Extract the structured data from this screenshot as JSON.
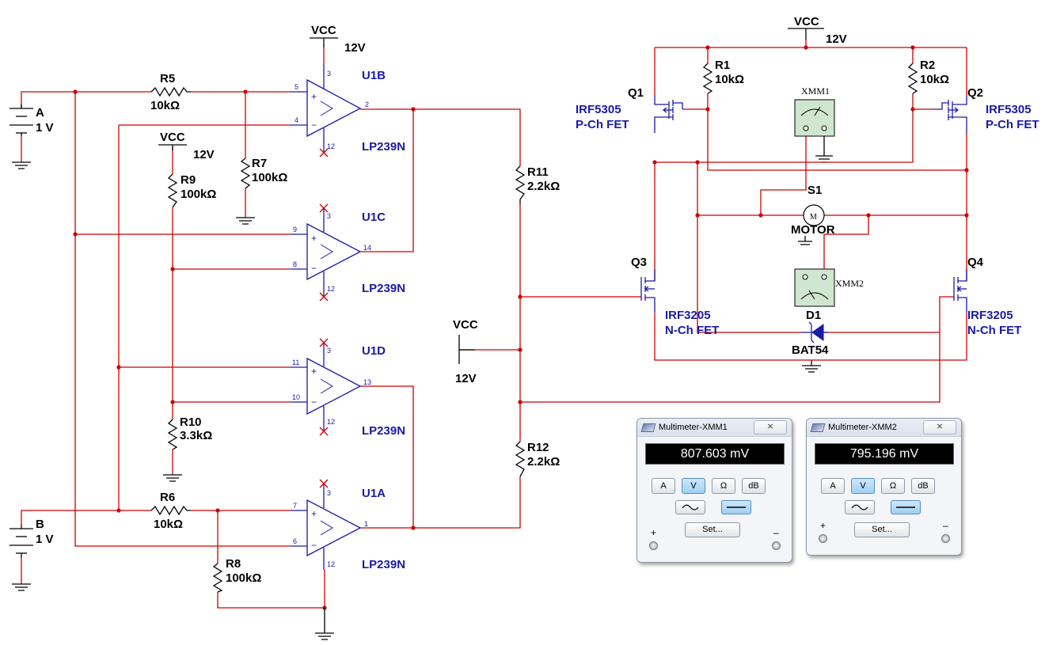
{
  "schematic": {
    "vcc_label": "VCC",
    "v12_label": "12V",
    "batteries": [
      {
        "name": "A",
        "value": "1 V"
      },
      {
        "name": "B",
        "value": "1 V"
      }
    ],
    "resistors": [
      {
        "name": "R5",
        "value": "10kΩ"
      },
      {
        "name": "R6",
        "value": "10kΩ"
      },
      {
        "name": "R7",
        "value": "100kΩ"
      },
      {
        "name": "R8",
        "value": "100kΩ"
      },
      {
        "name": "R9",
        "value": "100kΩ"
      },
      {
        "name": "R10",
        "value": "3.3kΩ"
      },
      {
        "name": "R11",
        "value": "2.2kΩ"
      },
      {
        "name": "R12",
        "value": "2.2kΩ"
      },
      {
        "name": "R1",
        "value": "10kΩ"
      },
      {
        "name": "R2",
        "value": "10kΩ"
      }
    ],
    "opamps": [
      {
        "name": "U1B",
        "part": "LP239N",
        "pins": [
          "5",
          "4",
          "2",
          "3",
          "12"
        ]
      },
      {
        "name": "U1C",
        "part": "LP239N",
        "pins": [
          "9",
          "8",
          "14",
          "3",
          "12"
        ]
      },
      {
        "name": "U1D",
        "part": "LP239N",
        "pins": [
          "11",
          "10",
          "13",
          "3",
          "12"
        ]
      },
      {
        "name": "U1A",
        "part": "LP239N",
        "pins": [
          "7",
          "6",
          "1",
          "3",
          "12"
        ]
      }
    ],
    "transistors": [
      {
        "name": "Q1",
        "part": "IRF5305",
        "type": "P-Ch FET"
      },
      {
        "name": "Q2",
        "part": "IRF5305",
        "type": "P-Ch FET"
      },
      {
        "name": "Q3",
        "part": "IRF3205",
        "type": "N-Ch FET"
      },
      {
        "name": "Q4",
        "part": "IRF3205",
        "type": "N-Ch FET"
      }
    ],
    "switch": "S1",
    "motor": "MOTOR",
    "motor_symbol": "M",
    "diode": {
      "name": "D1",
      "part": "BAT54"
    },
    "meters": [
      "XMM1",
      "XMM2"
    ],
    "colors": {
      "wire": "#cc0000",
      "component": "#1a1aa6",
      "label": "#000000"
    }
  },
  "multimeters": [
    {
      "title": "Multimeter-XMM1",
      "close_label": "⨯",
      "reading": "807.603 mV",
      "buttons": [
        "A",
        "V",
        "Ω",
        "dB"
      ],
      "active": "V",
      "coupling_active": "DC",
      "set_label": "Set...",
      "plus": "+",
      "minus": "–"
    },
    {
      "title": "Multimeter-XMM2",
      "close_label": "⨯",
      "reading": "795.196 mV",
      "buttons": [
        "A",
        "V",
        "Ω",
        "dB"
      ],
      "active": "V",
      "coupling_active": "DC",
      "set_label": "Set...",
      "plus": "+",
      "minus": "–"
    }
  ]
}
